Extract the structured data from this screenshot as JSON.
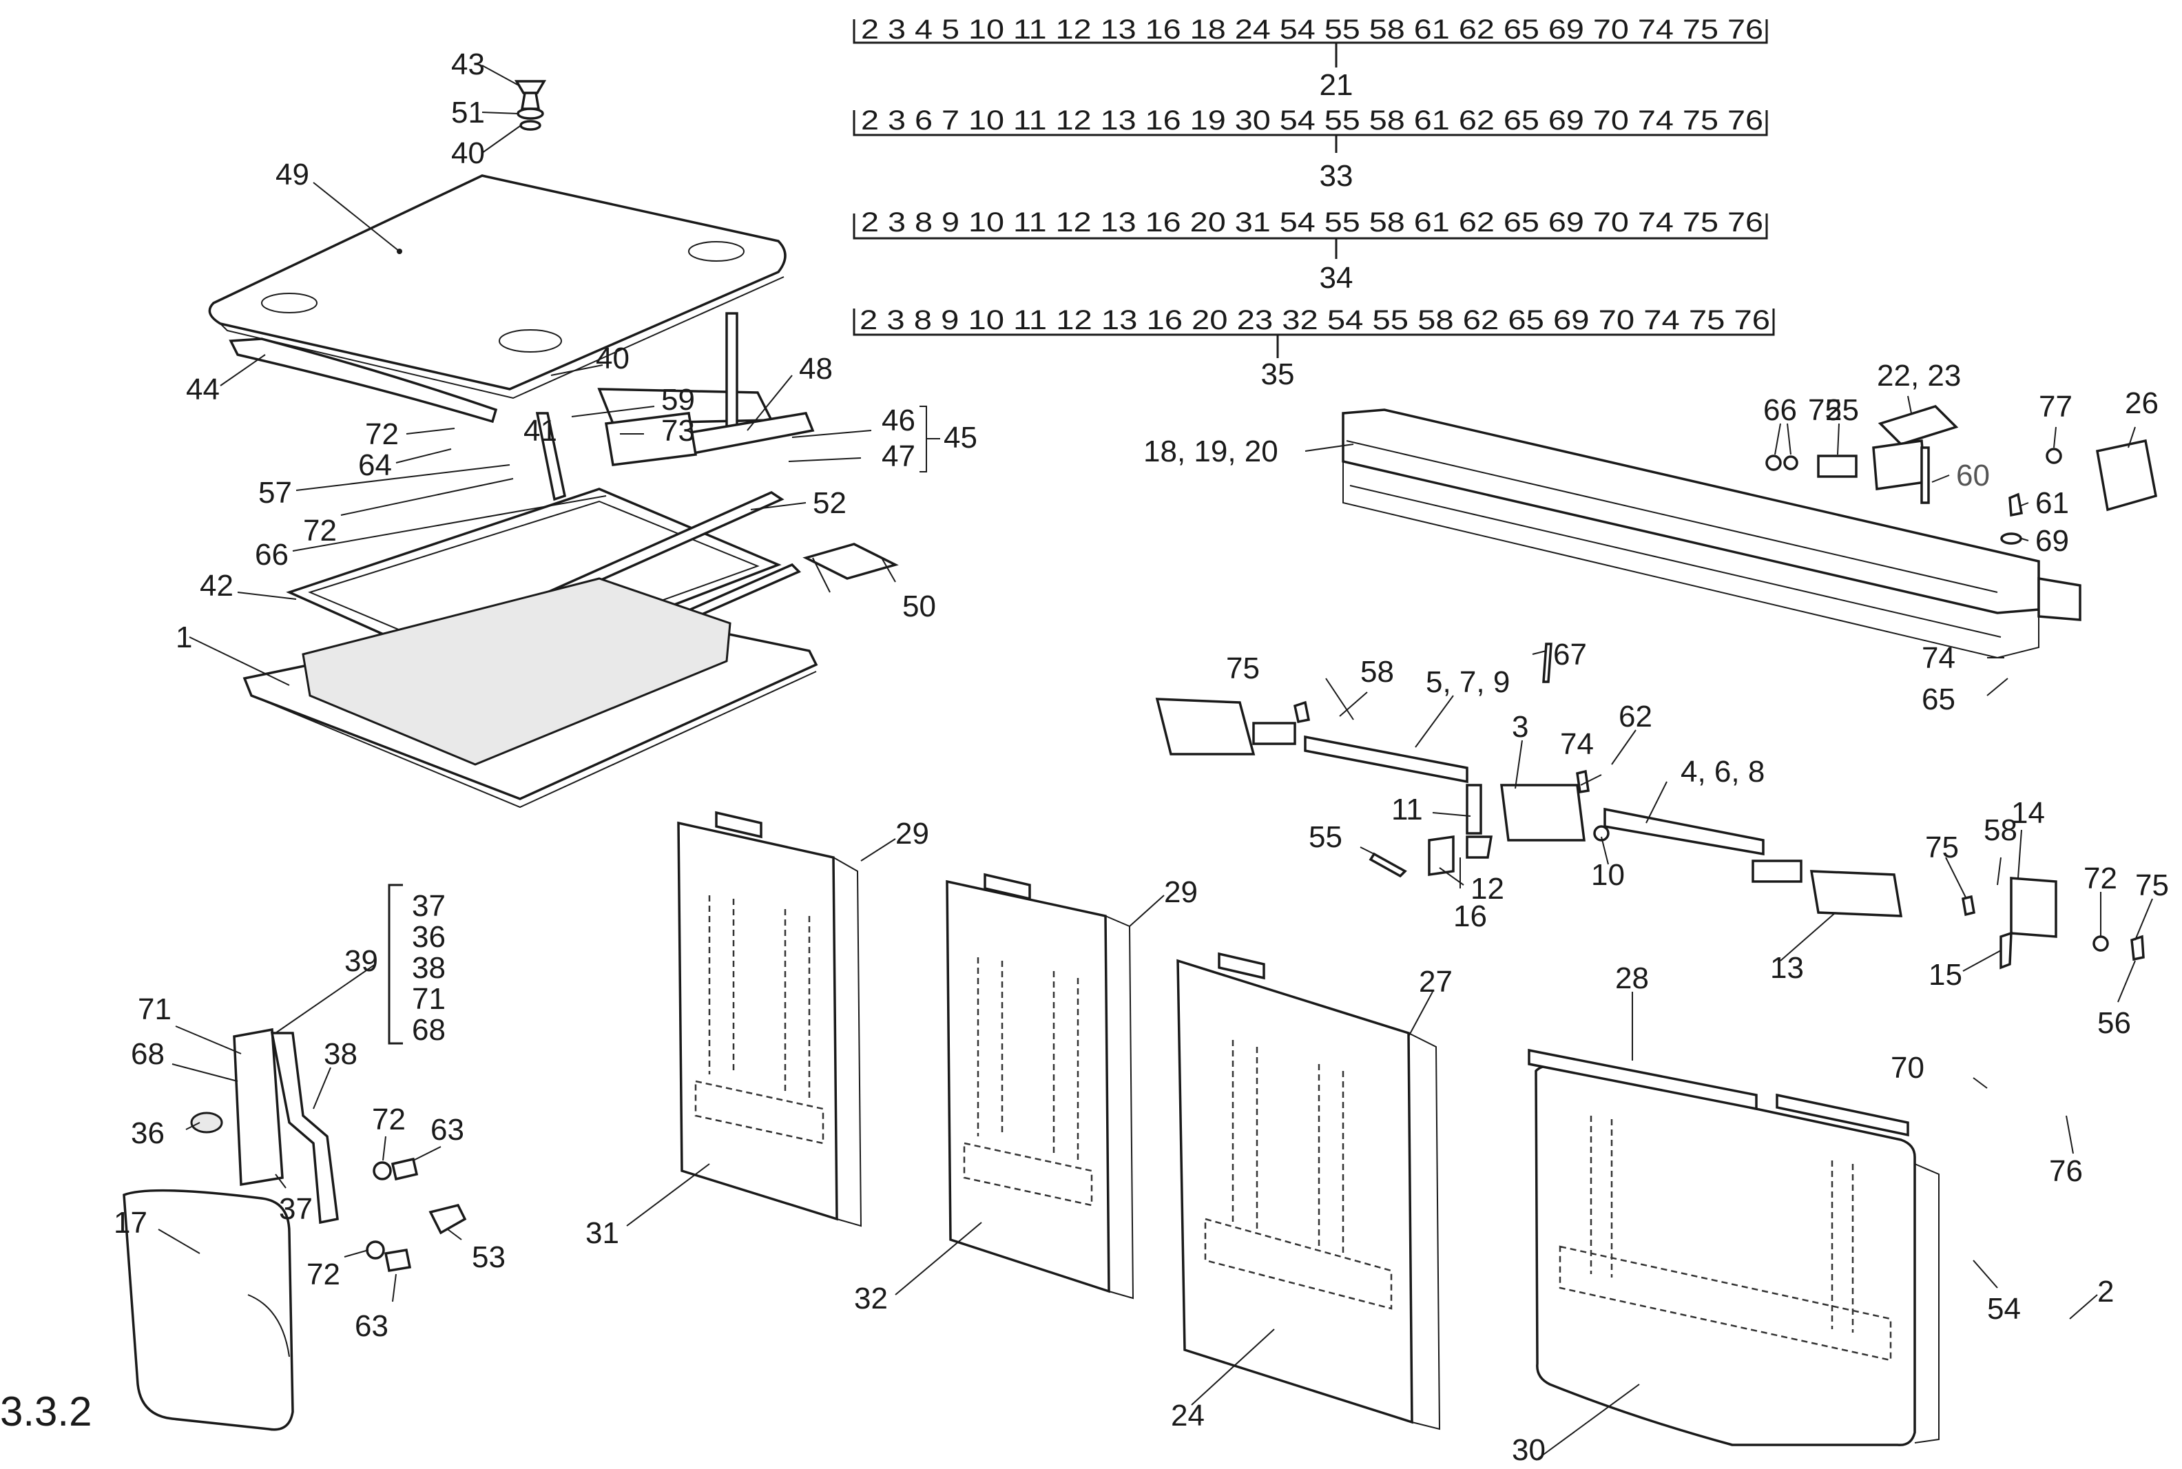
{
  "section_number": "3.3.2",
  "series_groups": [
    {
      "items": "2 3 4 5 10 11 12 13 16 18 24 54 55 58 61 62 65 69 70 74 75 76",
      "number": "21"
    },
    {
      "items": "2 3 6 7 10 11 12 13 16 19 30 54 55 58 61 62 65 69 70 74 75 76",
      "number": "33"
    },
    {
      "items": "2 3 8 9 10 11 12 13 16 20 31 54 55 58 61 62 65 69 70 74 75 76",
      "number": "34"
    },
    {
      "items": "2 3 8 9 10 11 12 13 16 20 23 32 54 55 58 62 65 69 70 74 75 76",
      "number": "35"
    }
  ],
  "kit_39_list": [
    "37",
    "36",
    "38",
    "71",
    "68"
  ],
  "labels": {
    "p1": "1",
    "p2": "2",
    "p3": "3",
    "p4_6_8": "4, 6, 8",
    "p5_7_9": "5, 7, 9",
    "p10": "10",
    "p11": "11",
    "p12": "12",
    "p13": "13",
    "p14": "14",
    "p15": "15",
    "p16": "16",
    "p17": "17",
    "p18_19_20": "18, 19, 20",
    "p22_23": "22, 23",
    "p24": "24",
    "p25": "25",
    "p26": "26",
    "p27": "27",
    "p28": "28",
    "p29a": "29",
    "p29b": "29",
    "p30": "30",
    "p31": "31",
    "p32": "32",
    "p36": "36",
    "p37": "37",
    "p38": "38",
    "p39": "39",
    "p40a": "40",
    "p40b": "40",
    "p41": "41",
    "p42": "42",
    "p43": "43",
    "p44": "44",
    "p45": "45",
    "p46": "46",
    "p47": "47",
    "p48": "48",
    "p49": "49",
    "p50": "50",
    "p51": "51",
    "p52": "52",
    "p53": "53",
    "p54": "54",
    "p55": "55",
    "p56": "56",
    "p57": "57",
    "p58a": "58",
    "p58b": "58",
    "p59": "59",
    "p60": "60",
    "p61": "61",
    "p62": "62",
    "p63a": "63",
    "p63b": "63",
    "p64": "64",
    "p65": "65",
    "p66a": "66",
    "p66b": "66",
    "p67": "67",
    "p68": "68",
    "p69": "69",
    "p70": "70",
    "p71": "71",
    "p72a": "72",
    "p72b": "72",
    "p72c": "72",
    "p72d": "72",
    "p72e": "72",
    "p73": "73",
    "p74a": "74",
    "p74b": "74",
    "p75a": "75",
    "p75b": "75",
    "p75c": "75",
    "p75d": "75",
    "p76": "76",
    "p77": "77"
  }
}
